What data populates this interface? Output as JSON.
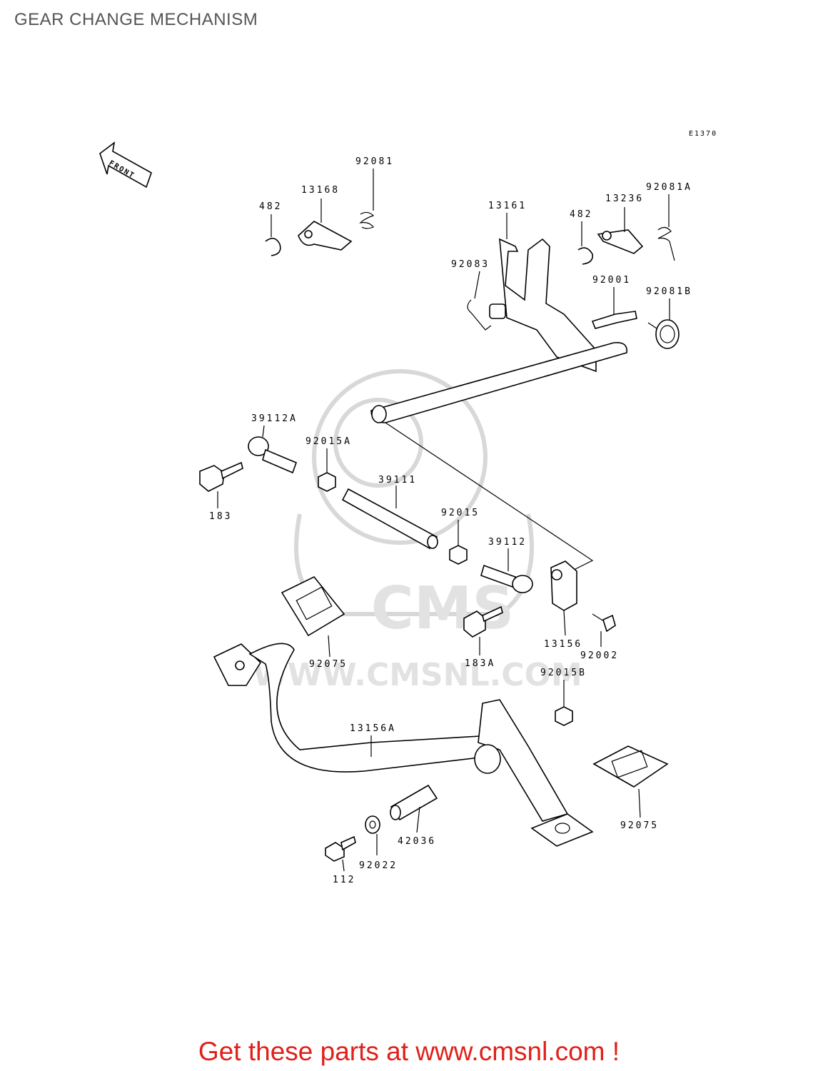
{
  "header": {
    "title": "GEAR CHANGE MECHANISM"
  },
  "diagram": {
    "code": "E1370",
    "front_arrow": "FRONT",
    "watermark": {
      "brand": "CMS",
      "url": "WWW.CMSNL.COM"
    },
    "parts": {
      "p482a": "482",
      "p13168": "13168",
      "p92081": "92081",
      "p13161": "13161",
      "p482b": "482",
      "p13236": "13236",
      "p92081A": "92081A",
      "p92083": "92083",
      "p92001": "92001",
      "p92081B": "92081B",
      "p39112A": "39112A",
      "p92015A": "92015A",
      "p183": "183",
      "p39111": "39111",
      "p92015": "92015",
      "p39112": "39112",
      "p13156": "13156",
      "p92002": "92002",
      "p92075a": "92075",
      "p183A": "183A",
      "p92015B": "92015B",
      "p13156A": "13156A",
      "p92075b": "92075",
      "p42036": "42036",
      "p92022": "92022",
      "p112": "112"
    }
  },
  "footer": {
    "cta": "Get these parts at www.cmsnl.com !"
  }
}
